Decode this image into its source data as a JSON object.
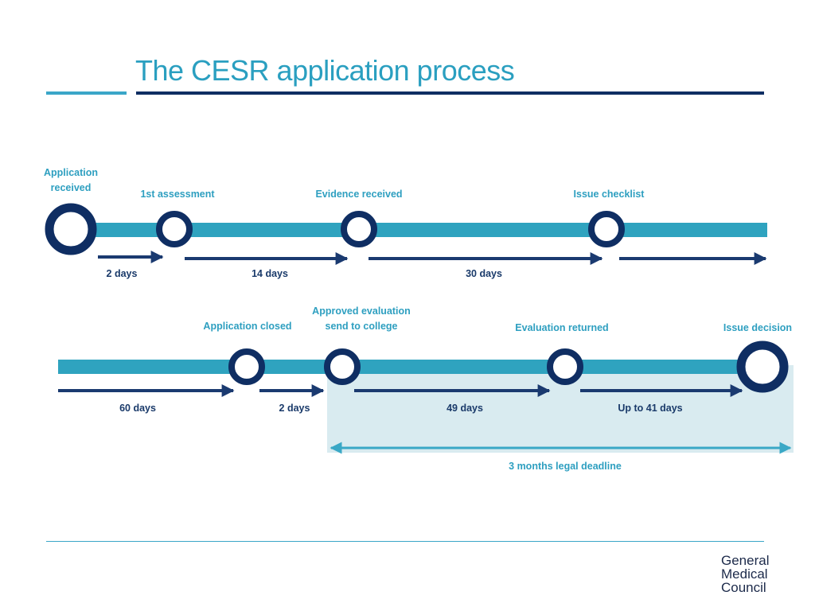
{
  "header": {
    "title": "The CESR application process"
  },
  "timeline": {
    "row1": {
      "milestones": [
        {
          "label_line1": "Application",
          "label_line2": "received"
        },
        {
          "label_line1": "1st assessment",
          "label_line2": ""
        },
        {
          "label_line1": "Evidence received",
          "label_line2": ""
        },
        {
          "label_line1": "Issue checklist",
          "label_line2": ""
        }
      ],
      "durations": [
        "2 days",
        "14 days",
        "30 days"
      ]
    },
    "row2": {
      "milestones": [
        {
          "label_line1": "Application closed",
          "label_line2": ""
        },
        {
          "label_line1": "Approved evaluation",
          "label_line2": "send to college"
        },
        {
          "label_line1": "Evaluation returned",
          "label_line2": ""
        },
        {
          "label_line1": "Issue decision",
          "label_line2": ""
        }
      ],
      "durations": [
        "60 days",
        "2 days",
        "49 days",
        "Up to 41 days"
      ]
    },
    "deadline": "3 months legal deadline"
  },
  "colors": {
    "track": "#2fa3bf",
    "ring": "#0f2e63",
    "arrow": "#1a3a70",
    "deadline_arrow": "#3aa8c6",
    "deadline_box": "#d9ebf0",
    "label_step": "#2e9fc0",
    "label_duration": "#1a3a6a"
  },
  "footer": {
    "logo_line1": "General",
    "logo_line2": "Medical",
    "logo_line3": "Council"
  }
}
